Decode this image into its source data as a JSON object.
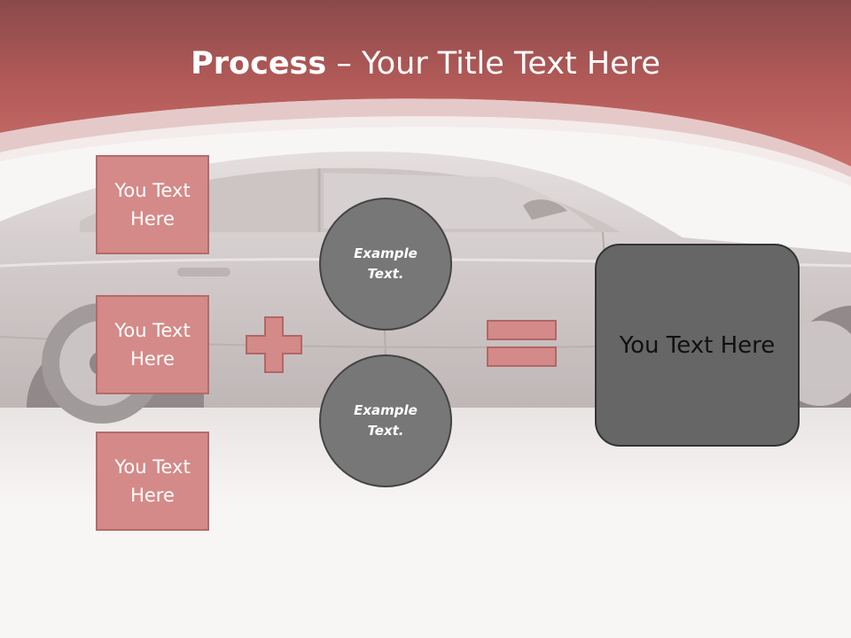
{
  "header": {
    "title_bold": "Process",
    "title_rest": " – Your Title Text Here"
  },
  "left_boxes": [
    {
      "label": "You Text Here"
    },
    {
      "label": "You Text Here"
    },
    {
      "label": "You Text Here"
    }
  ],
  "circles": [
    {
      "label": "Example Text."
    },
    {
      "label": "Example Text."
    }
  ],
  "result": {
    "label": "You Text Here"
  },
  "colors": {
    "header_red": "#c2625f",
    "box_fill": "#d48a88",
    "circle_fill": "#777777",
    "result_fill": "#666666"
  },
  "icons": {
    "plus": "plus-icon",
    "equals": "equals-icon"
  }
}
